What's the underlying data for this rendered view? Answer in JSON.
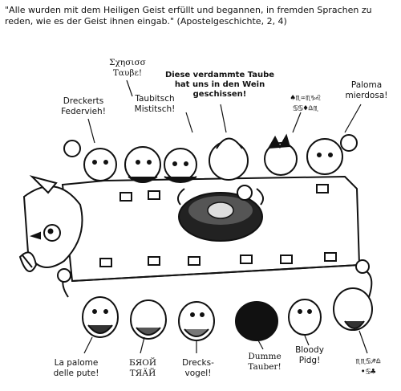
{
  "caption": "\"Alle wurden mit dem Heiligen Geist erfüllt und begannen, in fremden Sprachen zu reden, wie es der Geist ihnen eingab.\" (Apostelgeschichte, 2, 4)",
  "speech_labels": {
    "greek_top": "Σχησισσ\nΤαυβε!",
    "dreckerts": "Dreckerts\nFedervieh!",
    "taubitsch": "Taubitsch\nMistitsch!",
    "verdammte": "Diese verdammte Taube\nhat uns in den Wein\ngeschissen!",
    "symbols_top": "♠♏♒♏♑♌\n♋♋♦♎♏",
    "paloma": "Paloma\nmierdosa!",
    "la_palome": "La palome\ndelle pute!",
    "cyrillic": "БЯОЙ\nТЯӒЙ",
    "drecksvogel": "Drecks-\nvogel!",
    "dumme_tauber": "Dumme\nTauber!",
    "bloody": "Bloody\nPidg!",
    "symbols_bottom": "♏♏♋♐♎\n•♋♣"
  },
  "colors": {
    "ink": "#111111",
    "paper": "#ffffff",
    "shade": "#444444"
  }
}
